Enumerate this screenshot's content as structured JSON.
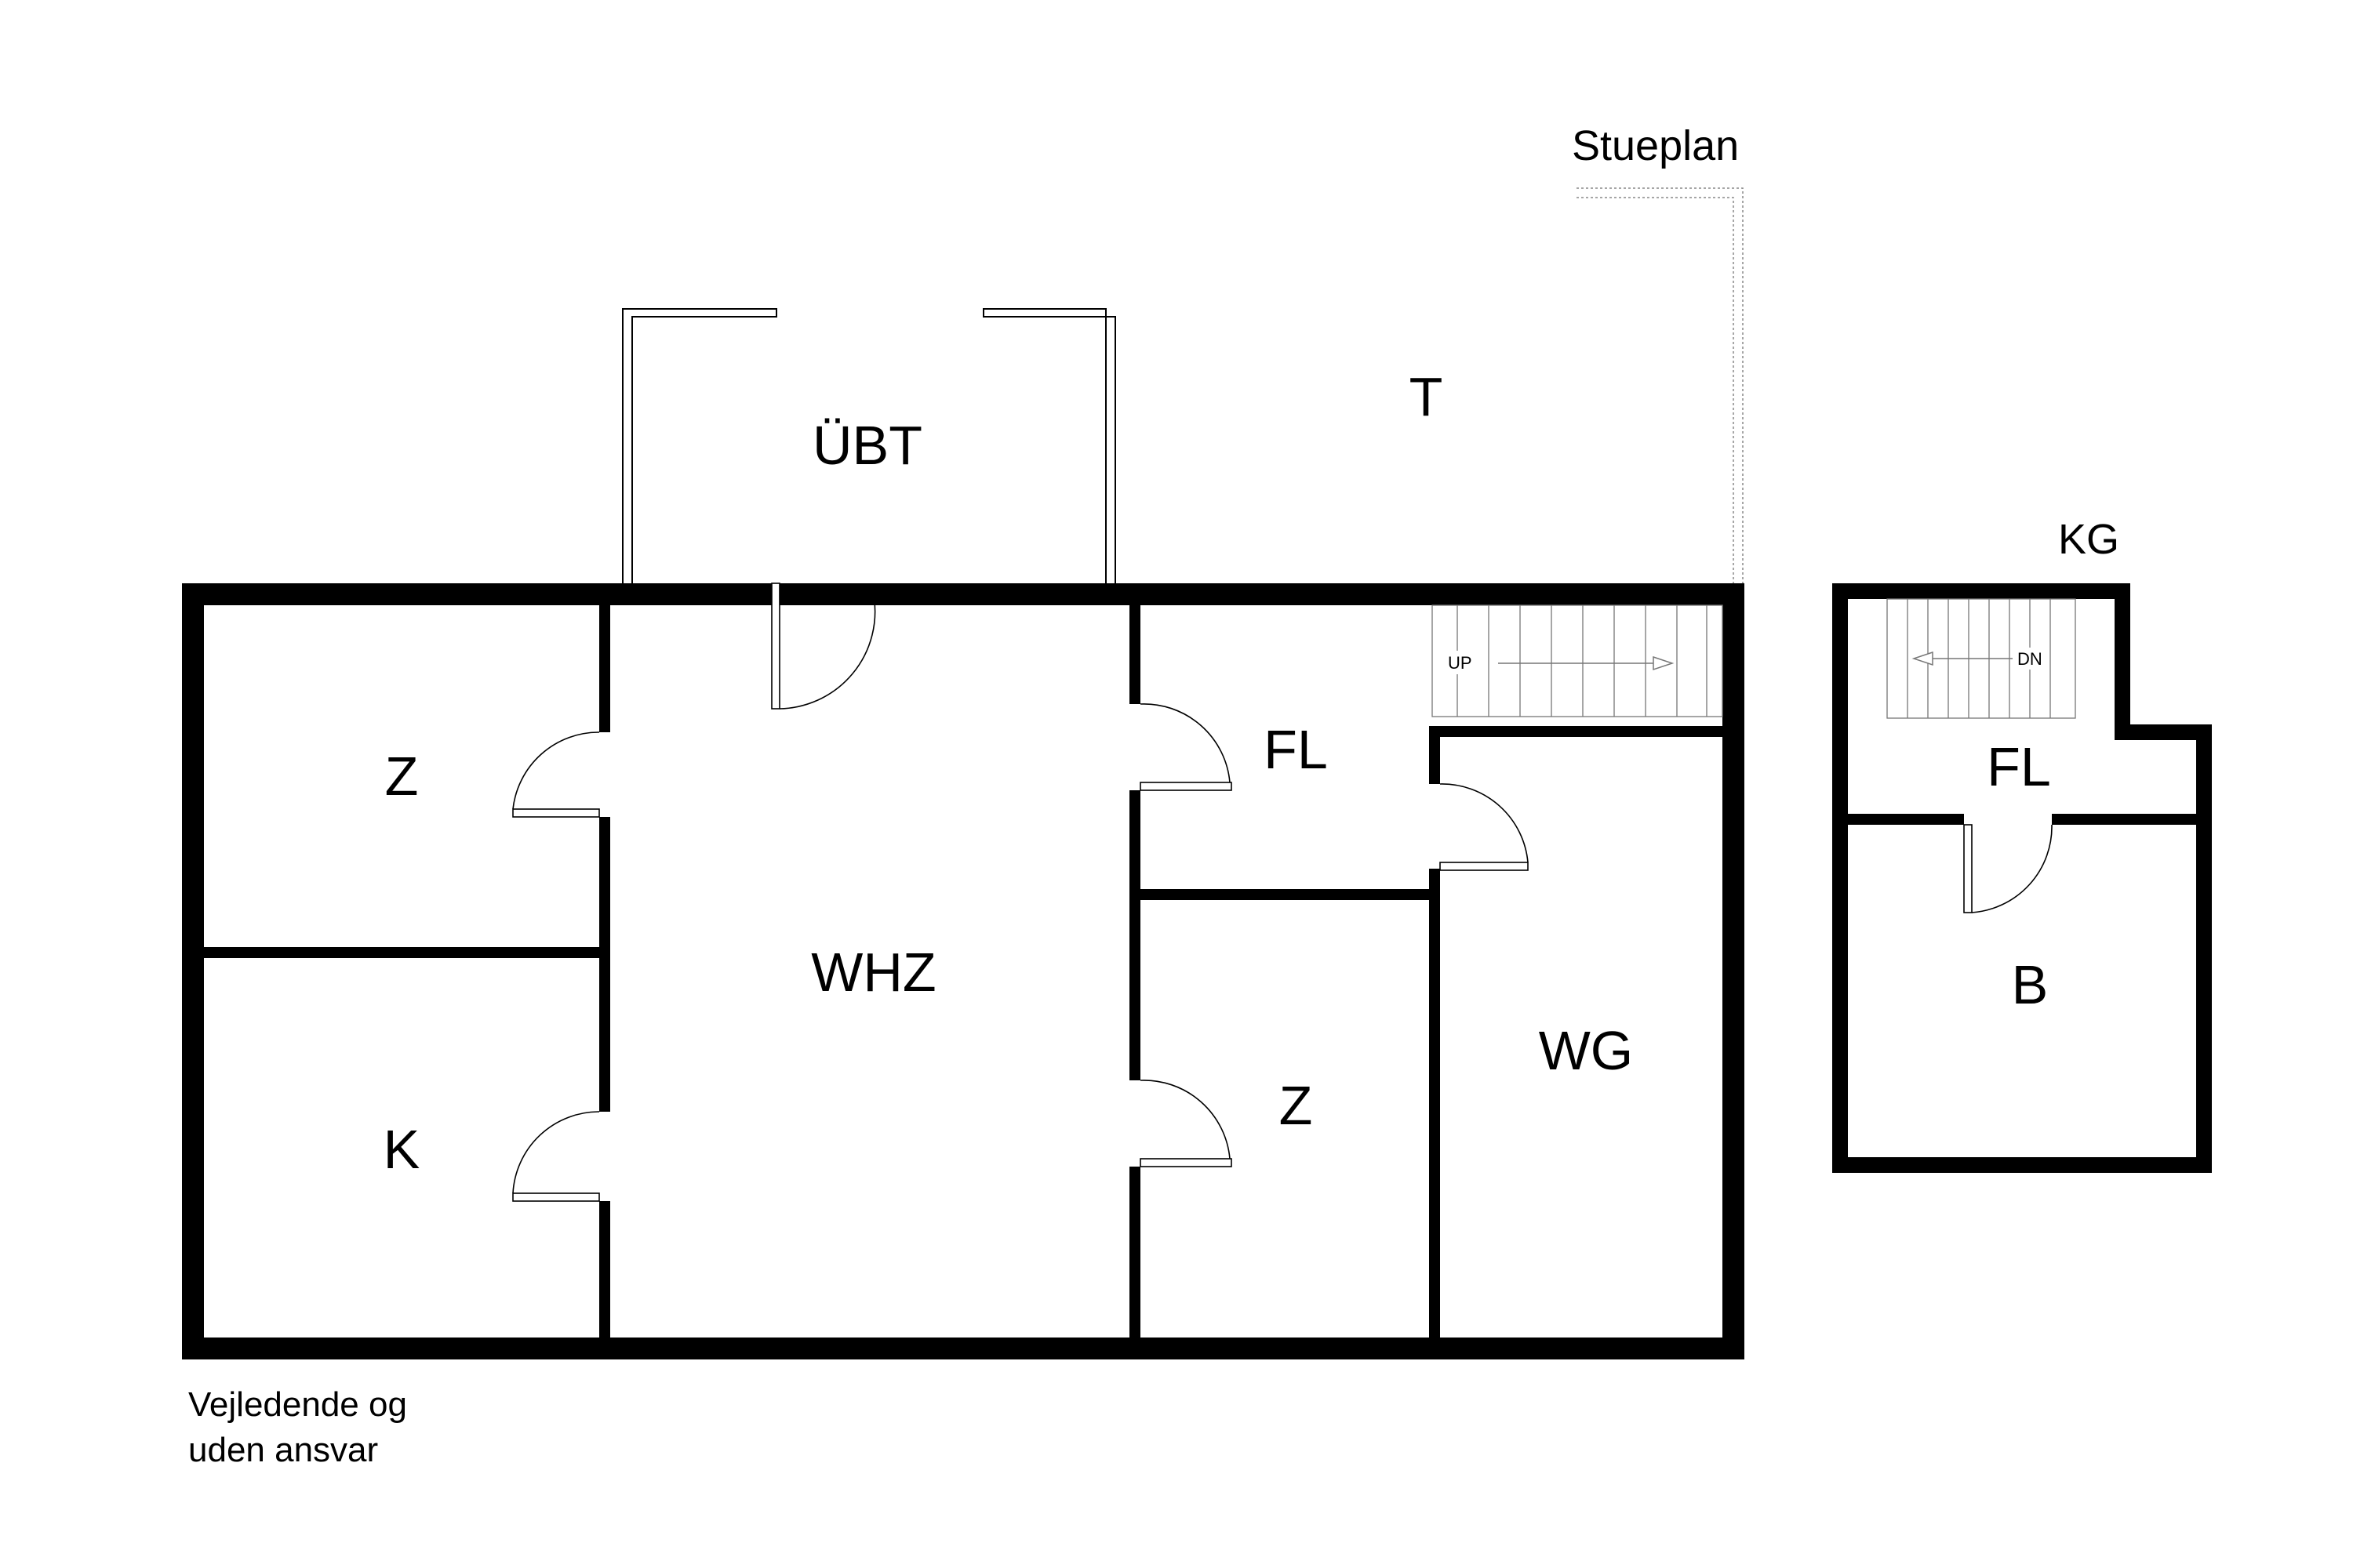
{
  "ground_floor": {
    "title": "Stueplan",
    "rooms": {
      "z1": "Z",
      "k": "K",
      "whz": "WHZ",
      "fl": "FL",
      "z2": "Z",
      "wg": "WG",
      "ubt": "ÜBT",
      "t": "T"
    },
    "stair_label": "UP"
  },
  "basement": {
    "title": "KG",
    "rooms": {
      "fl": "FL",
      "b": "B"
    },
    "stair_label": "DN"
  },
  "disclaimer": {
    "line1": "Vejledende og",
    "line2": "uden ansvar"
  }
}
